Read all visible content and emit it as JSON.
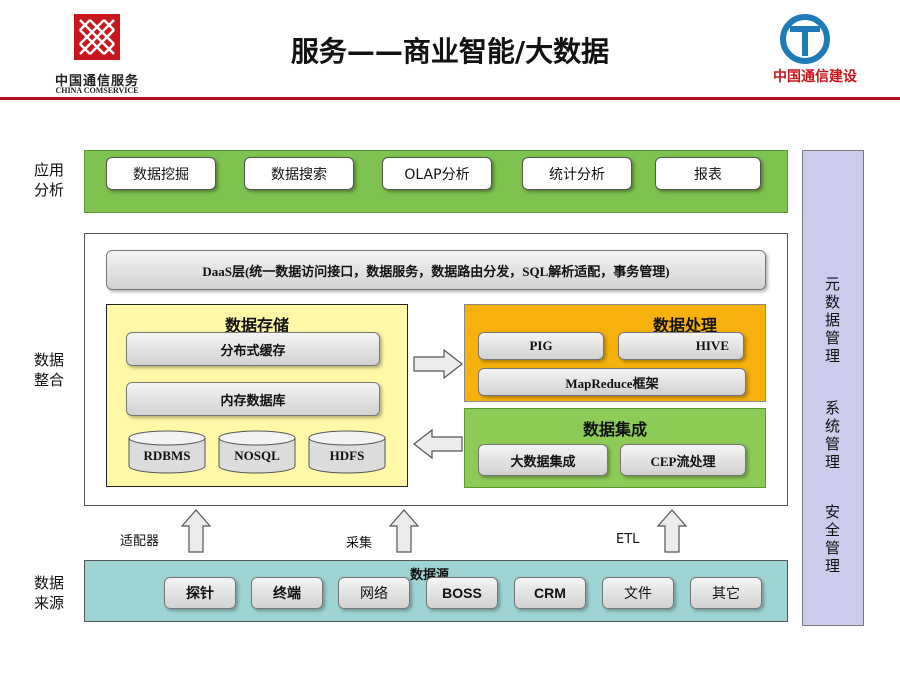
{
  "header": {
    "title": "服务——商业智能/大数据",
    "logo_left_text": "中国通信服务",
    "logo_left_sub": "CHINA COMSERVICE",
    "logo_right_text": "中国通信建设"
  },
  "rows": {
    "app_label": "应用\n分析",
    "integ_label": "数据\n整合",
    "source_label": "数据\n来源"
  },
  "app": {
    "items": [
      "数据挖掘",
      "数据搜索",
      "OLAP分析",
      "统计分析",
      "报表"
    ]
  },
  "integration": {
    "daas": "DaaS层(统一数据访问接口，数据服务，数据路由分发，SQL解析适配，事务管理)",
    "storage": {
      "title": "数据存储",
      "cache": "分布式缓存",
      "memdb": "内存数据库",
      "dbs": [
        "RDBMS",
        "NOSQL",
        "HDFS"
      ]
    },
    "processing": {
      "title": "数据处理",
      "pig": "PIG",
      "hive": "HIVE",
      "mapreduce": "MapReduce框架"
    },
    "collection": {
      "title": "数据集成",
      "bigdata": "大数据集成",
      "cep": "CEP流处理"
    }
  },
  "flow": {
    "adapter": "适配器",
    "collect": "采集",
    "etl": "ETL"
  },
  "source": {
    "title": "数据源",
    "items": [
      "探针",
      "终端",
      "网络",
      "BOSS",
      "CRM",
      "文件",
      "其它"
    ]
  },
  "right": {
    "meta": "元数据管理",
    "system": "系统管理",
    "security": "安全管理"
  },
  "colors": {
    "accent_red": "#b1101e",
    "app_green": "#7ec34f",
    "storage_yellow": "#fff8a6",
    "processing_orange": "#f6b10d",
    "collection_green": "#8ccc56",
    "source_teal": "#9fd4d4",
    "mgmt_lavender": "#cccbee"
  }
}
